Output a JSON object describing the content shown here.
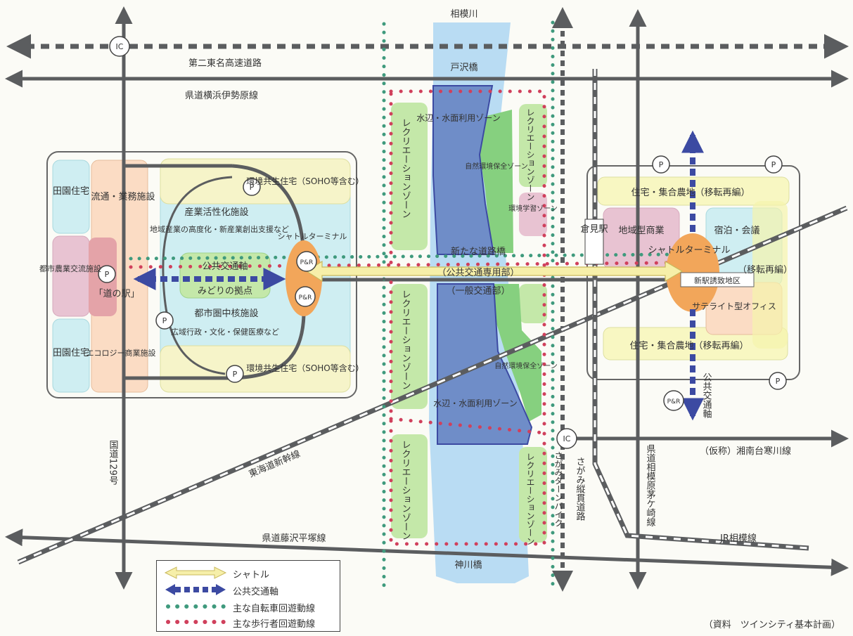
{
  "title": "相模川",
  "roads": {
    "expressway": "第二東名高速道路",
    "pref_yokohama_isehara": "県道横浜伊勢原線",
    "pref_fujisawa_hiratsuka": "県道藤沢平塚線",
    "shonan": "（仮称）湘南台寒川線",
    "route129": "国道129号",
    "sagami_jukan": "さがみ縦貫道路",
    "sagami_loop": "さがみターンパイク",
    "pref_sagamihara_chigasaki": "県道相模原茅ケ崎線",
    "tokaido_shinkansen": "東海道新幹線",
    "jr_sagami": "JR相模線"
  },
  "bridges": {
    "tozawa": "戸沢橋",
    "kamikawa": "神川橋",
    "new_bridge": "新たな道路橋",
    "transit_lane": "（公共交通専用部）",
    "general_lane": "（一般交通部）"
  },
  "interchange": "IC",
  "parking": "P",
  "park_ride": "P&R",
  "west": {
    "rural_housing": "田園住宅",
    "logistics": "流通・業務施設",
    "agri_exchange": "都市農業交流施設",
    "michi_no_eki": "「道の駅」",
    "eco_commerce": "エコロジー商業施設",
    "eco_housing": "環境共生住宅（SOHO等含む）",
    "industry": "産業活性化施設",
    "industry_note": "地域産業の高度化・新産業創出支援など",
    "shuttle_terminal": "シャトルターミナル",
    "transit_axis": "公共交通軸",
    "green_hub": "みどりの拠点",
    "core_facility": "都市圏中核施設",
    "core_note": "広域行政・文化・保健医療など"
  },
  "river": {
    "waterside_upper": "水辺・水面利用ゾーン",
    "waterside_lower": "水辺・水面利用ゾーン",
    "nature_upper": "自然環境保全ゾーン",
    "nature_lower": "自然環境保全ゾーン",
    "env_learning": "環境学習ゾーン",
    "recreation": "レクリエーションゾーン"
  },
  "east": {
    "station": "倉見駅",
    "housing_upper": "住宅・集合農地（移転再編）",
    "housing_lower": "住宅・集合農地（移転再編）",
    "local_commerce": "地域型商業",
    "lodging": "宿泊・会議",
    "shuttle_terminal": "シャトルターミナル",
    "relocation": "（移転再編）",
    "new_station_district": "新駅誘致地区",
    "satellite_office": "サテライト型オフィス",
    "transit_axis_label": "公共交通軸"
  },
  "legend": {
    "shuttle": "シャトル",
    "transit_axis": "公共交通軸",
    "bike_route": "主な自転車回遊動線",
    "walk_route": "主な歩行者回遊動線"
  },
  "source": "（資料　ツインシティ基本計画）",
  "colors": {
    "road": "#5b5d5f",
    "river": "#b9dcf3",
    "water_zone": "#6f8dc8",
    "green_zone": "#86d07f",
    "recreation_zone": "#c4e8a9",
    "shuttle": "#f6efa9",
    "transit": "#3c4aa2",
    "bike": "#3f9a7d",
    "walk": "#d0405c",
    "terminal": "#f2a65a",
    "pink_zone": "#e8c3d2",
    "cyan_zone": "#cfeef2"
  }
}
